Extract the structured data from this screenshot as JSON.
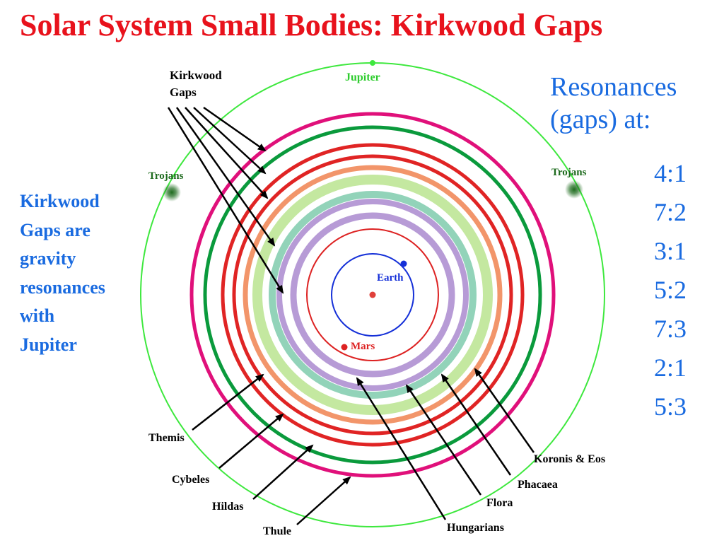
{
  "title": "Solar System Small Bodies: Kirkwood Gaps",
  "resonances": {
    "heading_lines": [
      "Resonances",
      "(gaps) at:"
    ],
    "items": [
      "4:1",
      "7:2",
      "3:1",
      "5:2",
      "7:3",
      "2:1",
      "5:3"
    ]
  },
  "description_lines": [
    "Kirkwood",
    "Gaps are",
    "gravity",
    "resonances",
    "with",
    "Jupiter"
  ],
  "diagram": {
    "kirkwood_label_lines": [
      "Kirkwood",
      "Gaps"
    ],
    "planet_labels": {
      "jupiter": "Jupiter",
      "earth": "Earth",
      "mars": "Mars"
    },
    "trojans_left": "Trojans",
    "trojans_right": "Trojans",
    "family_labels": {
      "themis": "Themis",
      "cybeles": "Cybeles",
      "hildas": "Hildas",
      "thule": "Thule",
      "hungarians": "Hungarians",
      "flora": "Flora",
      "phacaea": "Phacaea",
      "koronis_eos": "Koronis & Eos"
    },
    "colors": {
      "title": "#e8121c",
      "text_blue": "#1a6be0",
      "jupiter_orbit": "#3ee83e",
      "jupiter_label": "#2ecc2e",
      "magenta_ring": "#e0107a",
      "dark_green_ring": "#0a9a3c",
      "red_ring": "#e02424",
      "salmon_ring": "#f2956a",
      "light_green_ring": "#c4e8a0",
      "teal_ring": "#92d3b9",
      "lavender_ring": "#b79bd6",
      "mars_orbit": "#dd2222",
      "earth_orbit": "#1530d8",
      "sun": "#e0403a",
      "trojans": "#1e6b1e"
    }
  }
}
